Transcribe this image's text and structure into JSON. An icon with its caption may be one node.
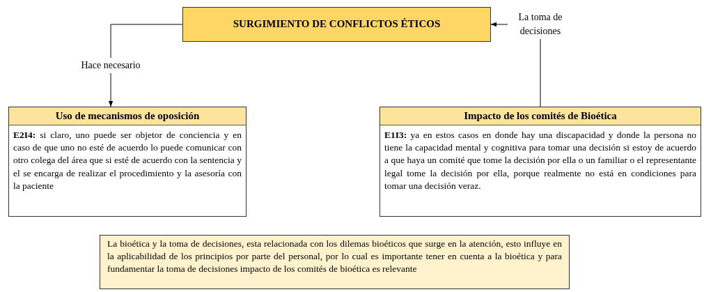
{
  "diagram": {
    "nodes": [
      {
        "text": [
          "SURGIMIENTO DE CONFLICTOS ÉTICOS"
        ]
      },
      {
        "text": [
          "Uso de mecanismos de oposición",
          "**E2I4:** si claro, uno puede ser objetor de conciencia y en caso de que uno no esté de acuerdo lo puede comunicar con otro colega del área que si esté de acuerdo con la sentencia y el se encarga de realizar el procedimiento y la asesoría con la paciente"
        ]
      },
      {
        "text": [
          "Impacto de los comités de Bioética",
          "**E1I3:** ya en estos casos en donde hay una discapacidad y donde la persona no tiene la capacidad mental y cognitiva para tomar una decisión si estoy de acuerdo a que haya un comité que tome la decisión por ella o un familiar o el representante legal tome la decisión por ella, porque realmente no está en condiciones para tomar una decisión veraz."
        ]
      },
      {
        "text": [
          "La bioética y la toma de decisiones, esta relacionada con los dilemas bioéticos que surge en la atención, esto influye en la aplicabilidad de los principios por parte del personal, por lo cual es importante tener en cuenta a la bioética y  para fundamentar la toma de decisiones impacto de los comités de bioética es relevante"
        ]
      }
    ],
    "edges": [
      {
        "from": 0,
        "to": 1,
        "arrow": "to",
        "label": "Hace necesario"
      },
      {
        "from": 2,
        "to": 0,
        "arrow": "to",
        "label": "La toma de decisiones"
      }
    ]
  }
}
